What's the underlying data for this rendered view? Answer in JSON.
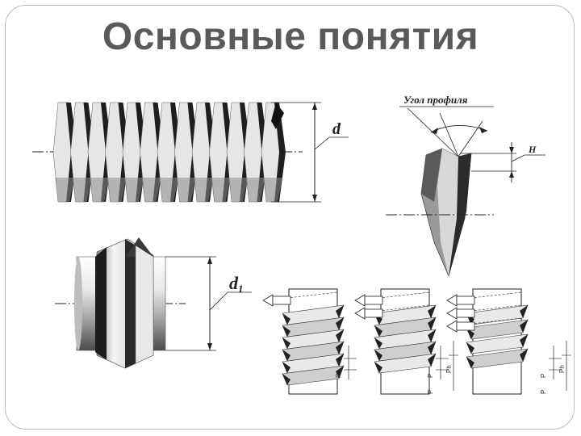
{
  "slide": {
    "title": "Основные понятия"
  },
  "figure": {
    "label_d": "d",
    "label_d1": "d",
    "label_d1_sub": "1",
    "label_profile_angle": "Угол профиля",
    "label_H": "H",
    "pitch_label_P": "P",
    "pitch_label_Ph": "Ph"
  },
  "colors": {
    "title": "#5a5a5a",
    "frame": "#bdbdbd",
    "line": "#222222"
  }
}
